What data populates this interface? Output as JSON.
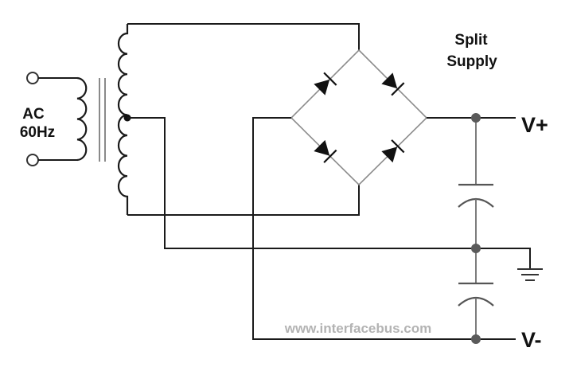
{
  "labels": {
    "source_line1": "AC",
    "source_line2": "60Hz",
    "title_line1": "Split",
    "title_line2": "Supply",
    "v_plus": "V+",
    "v_minus": "V-",
    "watermark": "www.interfacebus.com"
  },
  "colors": {
    "wire": "#1a1a1a",
    "mid_wire": "#6e6e6e",
    "bridge": "#8c8c8c",
    "diode": "#111111",
    "cap_plate": "#555555",
    "node": "#5a5a5a",
    "watermark": "#b3b3b3"
  },
  "icons": {
    "diodes": [
      "diode-icon",
      "diode-icon",
      "diode-icon",
      "diode-icon"
    ],
    "capacitors": [
      "capacitor-icon",
      "capacitor-icon"
    ],
    "ground": "ground-icon"
  }
}
